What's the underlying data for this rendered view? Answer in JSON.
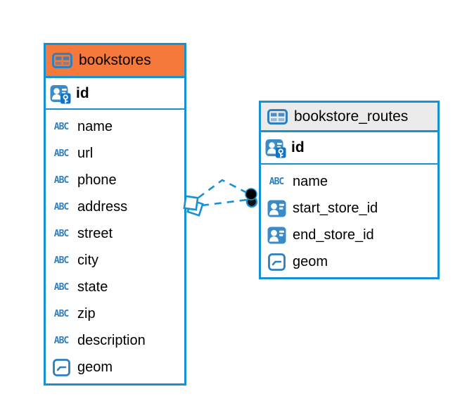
{
  "colors": {
    "table_border": "#1791D2",
    "bookstores_header": "#F4793B",
    "routes_header": "#EBEBEB",
    "icon_blue": "#3A8CC7",
    "icon_key_square": "#0F74C8",
    "icon_outline_blue": "#2E7FC0",
    "connector": "#1791D2",
    "text": "#000000"
  },
  "icon_glyphs": {
    "text_icon_label": "ABC"
  },
  "tables": [
    {
      "name": "bookstores",
      "header_color": "#F4793B",
      "icon": "table-icon",
      "primary_key": {
        "name": "id",
        "icon": "primary-key-icon"
      },
      "columns": [
        {
          "name": "name",
          "icon": "text-icon"
        },
        {
          "name": "url",
          "icon": "text-icon"
        },
        {
          "name": "phone",
          "icon": "text-icon"
        },
        {
          "name": "address",
          "icon": "text-icon"
        },
        {
          "name": "street",
          "icon": "text-icon"
        },
        {
          "name": "city",
          "icon": "text-icon"
        },
        {
          "name": "state",
          "icon": "text-icon"
        },
        {
          "name": "zip",
          "icon": "text-icon"
        },
        {
          "name": "description",
          "icon": "text-icon"
        },
        {
          "name": "geom",
          "icon": "geometry-icon"
        }
      ]
    },
    {
      "name": "bookstore_routes",
      "header_color": "#EBEBEB",
      "icon": "table-icon",
      "primary_key": {
        "name": "id",
        "icon": "primary-key-icon"
      },
      "columns": [
        {
          "name": "name",
          "icon": "text-icon"
        },
        {
          "name": "start_store_id",
          "icon": "reference-icon"
        },
        {
          "name": "end_store_id",
          "icon": "reference-icon"
        },
        {
          "name": "geom",
          "icon": "geometry-icon"
        }
      ]
    }
  ],
  "connectors": [
    {
      "style": "dashed",
      "from_table": "bookstores",
      "to_table": "bookstore_routes"
    },
    {
      "style": "dashed",
      "from_table": "bookstores",
      "to_table": "bookstore_routes"
    }
  ]
}
